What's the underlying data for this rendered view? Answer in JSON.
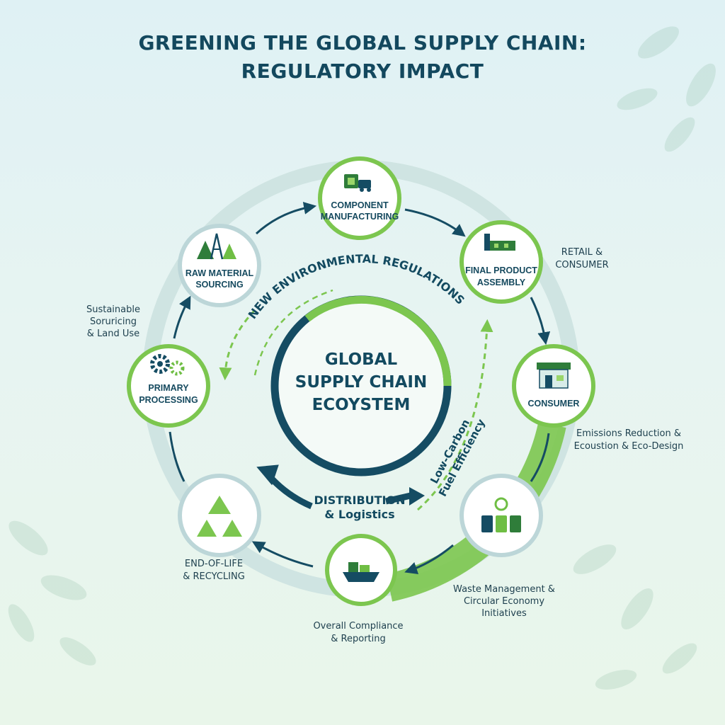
{
  "title": {
    "line1": "GREENING THE GLOBAL SUPPLY CHAIN:",
    "line2": "REGULATORY IMPACT"
  },
  "center": {
    "line1": "GLOBAL",
    "line2": "SUPPLY CHAIN",
    "line3": "ECOYSTEM"
  },
  "regulations_arc_label": "NEW ENVIRONMENTAL REGULATIONS",
  "fuel_arc_label": {
    "line1": "Low-Carbon",
    "line2": "Fuel Efficiency"
  },
  "distribution_label": {
    "line1": "DISTRIBUTION",
    "line2": "& Logistics"
  },
  "nodes": {
    "component_manufacturing": {
      "line1": "COMPONENT",
      "line2": "MANUFACTURING",
      "icon": "circuit-chip-truck-icon"
    },
    "final_product_assembly": {
      "line1": "FINAL PRODUCT",
      "line2": "ASSEMBLY",
      "icon": "factory-icon"
    },
    "consumer": {
      "line1": "CONSUMER",
      "icon": "storefront-icon"
    },
    "waste_bins": {
      "icon": "recycling-bins-icon"
    },
    "shipping": {
      "icon": "cargo-ship-icon"
    },
    "end_of_life": {
      "icon": "recycle-icon"
    },
    "primary_processing": {
      "line1": "PRIMARY",
      "line2": "PROCESSING",
      "icon": "gears-icon"
    },
    "raw_material_sourcing": {
      "line1": "RAW MATERIAL",
      "line2": "SOURCING",
      "icon": "forest-oil-rig-icon"
    }
  },
  "annotations": {
    "retail": {
      "line1": "RETAIL &",
      "line2": "CONSUMER"
    },
    "emissions": {
      "line1": "Emissions Reduction &",
      "line2": "Ecoustion & Eco-Design"
    },
    "waste": {
      "line1": "Waste Management &",
      "line2": "Circular Economy",
      "line3": "Initiatives"
    },
    "compliance": {
      "line1": "Overall Compliance",
      "line2": "& Reporting"
    },
    "end_of_life": {
      "line1": "END-OF-LIFE",
      "line2": "& RECYCLING"
    },
    "sourcing": {
      "line1": "Sustainable",
      "line2": "Soruricing",
      "line3": "& Land Use"
    }
  },
  "colors": {
    "navy": "#154c63",
    "green": "#6fbe44",
    "light_green": "#8fcd5d",
    "ring_light": "#cfe4e2",
    "teal_ring": "#bcd6d8"
  }
}
